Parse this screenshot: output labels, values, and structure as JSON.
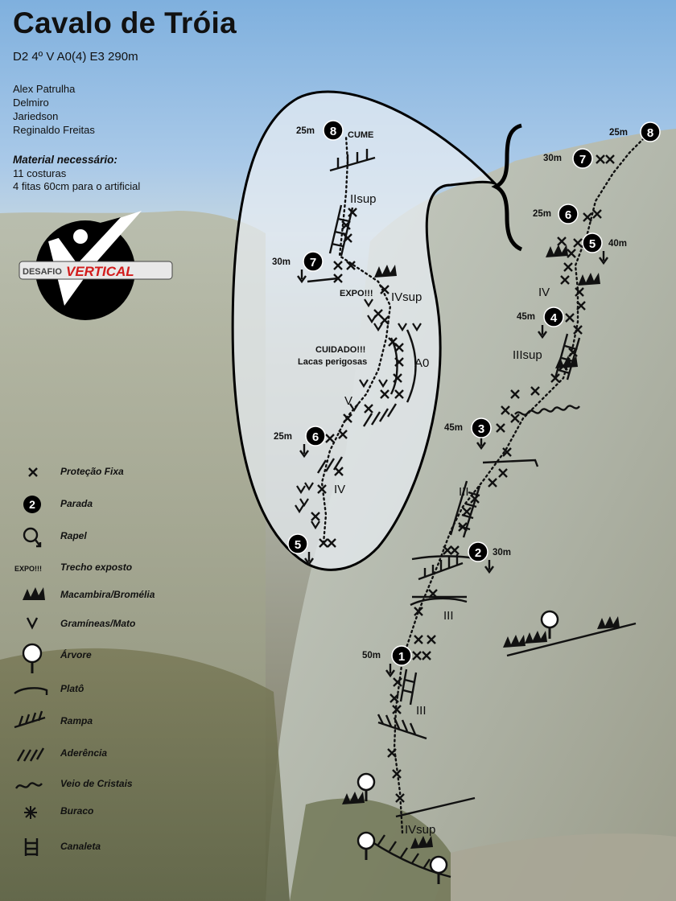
{
  "header": {
    "title": "Cavalo de Tróia",
    "subtitle": "D2 4º V A0(4) E3 290m",
    "climbers": [
      "Alex Patrulha",
      "Delmiro",
      "Jariedson",
      "Reginaldo Freitas"
    ],
    "material_heading": "Material necessário:",
    "material_items": [
      "11 costuras",
      "4 fitas 60cm para o artificial"
    ]
  },
  "logo": {
    "text": "DESAFIOVERTICAL",
    "primary_color": "#d21c1c"
  },
  "colors": {
    "line": "#111111",
    "halo": "#ffffff",
    "zoom_panel": "#e8edf2",
    "accent_red": "#d21c1c"
  },
  "stations_main": [
    {
      "number": "1",
      "length": "50m"
    },
    {
      "number": "2",
      "length": "30m"
    },
    {
      "number": "3",
      "length": "45m"
    },
    {
      "number": "4",
      "length": "45m"
    },
    {
      "number": "5",
      "length": "40m"
    },
    {
      "number": "6",
      "length": "25m"
    },
    {
      "number": "7",
      "length": "30m"
    },
    {
      "number": "8",
      "length": "25m"
    }
  ],
  "stations_zoom": [
    {
      "number": "5",
      "length": ""
    },
    {
      "number": "6",
      "length": "25m"
    },
    {
      "number": "7",
      "length": "30m"
    },
    {
      "number": "8",
      "length": "25m"
    }
  ],
  "grades_main": [
    "IVsup",
    "III",
    "III",
    "III",
    "IIIsup",
    "IV"
  ],
  "zoom_labels": {
    "cume": "CUME",
    "expo": "EXPO!!!",
    "cuidado": "CUIDADO!!!",
    "lacas": "Lacas perigosas",
    "a0": "A0",
    "grades": [
      "IIsup",
      "IVsup",
      "V",
      "IV"
    ]
  },
  "legend": [
    {
      "icon": "bolt-x-icon",
      "label": "Proteção Fixa"
    },
    {
      "icon": "belay-station-icon",
      "label": "Parada"
    },
    {
      "icon": "rappel-icon",
      "label": "Rapel"
    },
    {
      "icon": "expo-text-icon",
      "icon_text": "EXPO!!!",
      "label": "Trecho exposto"
    },
    {
      "icon": "bromeliad-icon",
      "label": "Macambira/Bromélia"
    },
    {
      "icon": "grass-icon",
      "label": "Gramíneas/Mato"
    },
    {
      "icon": "tree-icon",
      "label": "Árvore"
    },
    {
      "icon": "ledge-icon",
      "label": "Platô"
    },
    {
      "icon": "ramp-icon",
      "label": "Rampa"
    },
    {
      "icon": "friction-slab-icon",
      "label": "Aderência"
    },
    {
      "icon": "crystal-vein-icon",
      "label": "Veio de Cristais"
    },
    {
      "icon": "hole-icon",
      "label": "Buraco"
    },
    {
      "icon": "channel-icon",
      "label": "Canaleta"
    }
  ]
}
